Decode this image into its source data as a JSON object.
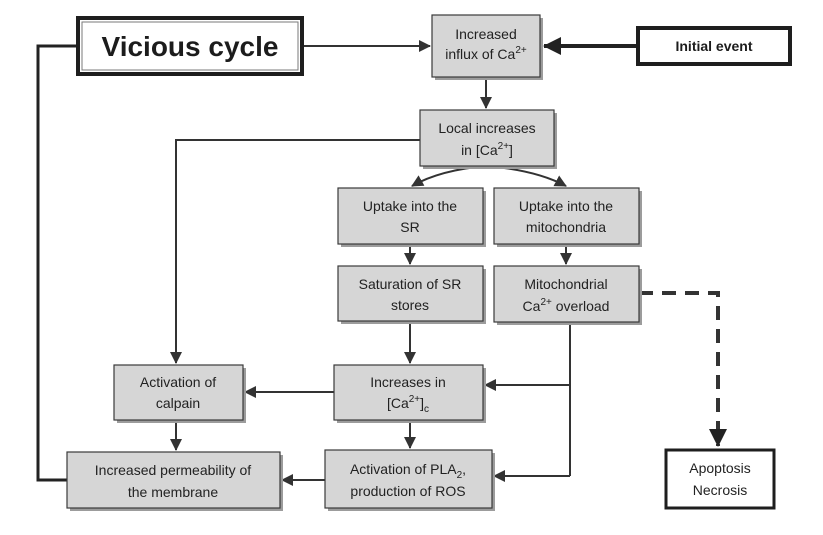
{
  "diagram": {
    "nodes": {
      "vicious_cycle": {
        "text": "Vicious cycle"
      },
      "influx": {
        "line1": "Increased",
        "line2": "influx of Ca",
        "sup": "2+"
      },
      "initial_event": {
        "text": "Initial event"
      },
      "local_increases": {
        "line1": "Local increases",
        "line2a": "in [Ca",
        "sup": "2+",
        "line2b": "]"
      },
      "uptake_sr": {
        "line1": "Uptake into the",
        "line2": "SR"
      },
      "uptake_mito": {
        "line1": "Uptake into the",
        "line2": "mitochondria"
      },
      "saturation_sr": {
        "line1": "Saturation of SR",
        "line2": "stores"
      },
      "mito_overload": {
        "line1": "Mitochondrial",
        "line2a": "Ca",
        "sup": "2+",
        "line2b": " overload"
      },
      "increases_cac": {
        "line1": "Increases in",
        "line2a": "[Ca",
        "sup": "2+",
        "line2b": "]",
        "sub": "c"
      },
      "calpain": {
        "line1": "Activation of",
        "line2": "calpain"
      },
      "permeability": {
        "line1": "Increased permeability of",
        "line2": "the membrane"
      },
      "pla2": {
        "line1a": "Activation of PLA",
        "sub": "2",
        "line1b": ",",
        "line2": "production of ROS"
      },
      "apoptosis": {
        "line1": "Apoptosis",
        "line2": "Necrosis"
      }
    },
    "colors": {
      "node_fill": "#d6d6d6",
      "node_border": "#3a3a3a",
      "emphasis_border": "#1e1e1e",
      "arrow": "#333333"
    }
  }
}
